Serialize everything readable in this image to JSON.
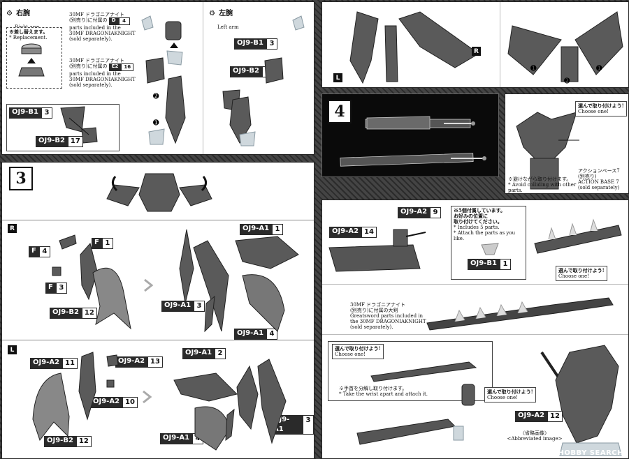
{
  "arm": {
    "right_jp": "右腕",
    "right_en": "Right arm",
    "left_jp": "左腕",
    "left_en": "Left arm",
    "replace_jp": "※差し替えます。",
    "replace_en": "* Replacement.",
    "note1_line1": "30MF ドラゴニアナイト",
    "note1_line2": "(別売り)に付属の",
    "note1_line3": "parts included in the",
    "note1_line4": "30MF DRAGONIAKNIGHT",
    "note1_line5": "(sold separately).",
    "note1_code": "D",
    "note1_num": "4",
    "note2_line1": "30MF ドラゴニアナイト",
    "note2_line2": "(別売り)に付属の",
    "note2_line3": "parts included in the",
    "note2_line4": "30MF DRAGONIAKNIGHT",
    "note2_line5": "(sold separately).",
    "note2_code": "E2",
    "note2_num": "16"
  },
  "labels": {
    "oj9b1": "OJ9-B1",
    "oj9b2": "OJ9-B2",
    "oj9a1": "OJ9-A1",
    "oj9a2": "OJ9-A2",
    "f": "F",
    "n1": "1",
    "n2": "2",
    "n3": "3",
    "n4": "4",
    "n9": "9",
    "n10": "10",
    "n11": "11",
    "n12": "12",
    "n13": "13",
    "n14": "14",
    "n17": "17"
  },
  "steps": {
    "s3": "3",
    "s4": "4"
  },
  "sides": {
    "r": "R",
    "l": "L"
  },
  "wing": {
    "choose_jp": "選んで取り付けよう!",
    "choose_en": "Choose one!",
    "avoid_jp": "※避けながら取り付けます。",
    "avoid_en": "* Avoid colliding with other parts.",
    "base_jp1": "アクションベース7",
    "base_jp2": "(別売り)",
    "base_en1": "ACTION BASE 7",
    "base_en2": "(sold separately)"
  },
  "sword": {
    "inc5_jp": "※5個付属しています。",
    "attach_jp1": "お好みの位置に",
    "attach_jp2": "取り付けてください。",
    "inc5_en": "* Includes 5 parts.",
    "attach_en": "* Attach the parts as you like.",
    "choose_jp": "選んで取り付けよう!",
    "choose_en": "Choose one!",
    "gs_jp1": "30MF ドラゴニアナイト",
    "gs_jp2": "(別売り)に付属の大剣",
    "gs_en1": "Greatsword parts included in",
    "gs_en2": "the 30MF DRAGONIAKNIGHT",
    "gs_en3": "(sold separately).",
    "wrist_jp": "※手首を分解し取り付けます。",
    "wrist_en": "* Take the wrist apart and attach it.",
    "abbr_jp": "〈省略画像〉",
    "abbr_en": "<Abbreviated image>"
  },
  "watermark": "HOBBY SEARCH"
}
